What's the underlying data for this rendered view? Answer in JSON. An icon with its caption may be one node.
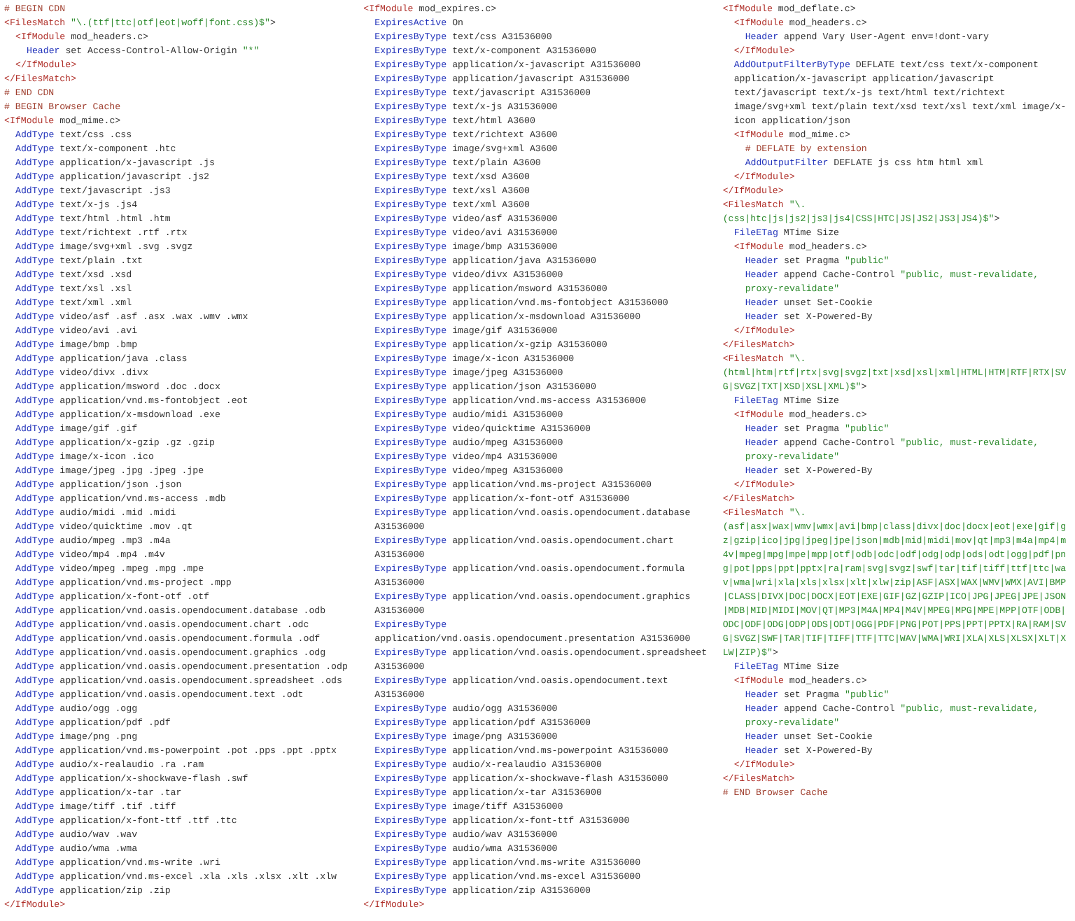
{
  "diagram": {
    "labels": [
      "# BEGIN CDN",
      "<FilesMatch \"\\.(ttf|ttc|otf|eot|woff|font.css)$\">",
      "<IfModule mod_headers.c>",
      "Header set Access-Control-Allow-Origin \"*\"",
      "</IfModule>",
      "</FilesMatch>",
      "# END CDN",
      "# BEGIN Browser Cache",
      "<IfModule mod_mime.c>",
      "AddType text/css .css",
      "AddType text/x-component .htc",
      "AddType application/x-javascript .js",
      "AddType application/javascript .js2",
      "AddType text/javascript .js3",
      "AddType text/x-js .js4",
      "AddType text/html .html .htm",
      "AddType text/richtext .rtf .rtx",
      "AddType image/svg+xml .svg .svgz",
      "AddType text/plain .txt",
      "AddType text/xsd .xsd",
      "AddType text/xsl .xsl",
      "AddType text/xml .xml",
      "AddType video/asf .asf .asx .wax .wmv .wmx",
      "AddType video/avi .avi",
      "AddType image/bmp .bmp",
      "AddType application/java .class",
      "AddType video/divx .divx",
      "AddType application/msword .doc .docx",
      "AddType application/vnd.ms-fontobject .eot",
      "AddType application/x-msdownload .exe",
      "AddType image/gif .gif",
      "AddType application/x-gzip .gz .gzip",
      "AddType image/x-icon .ico",
      "AddType image/jpeg .jpg .jpeg .jpe",
      "AddType application/json .json",
      "AddType application/vnd.ms-access .mdb",
      "AddType audio/midi .mid .midi",
      "AddType video/quicktime .mov .qt",
      "AddType audio/mpeg .mp3 .m4a",
      "AddType video/mp4 .mp4 .m4v",
      "AddType video/mpeg .mpeg .mpg .mpe",
      "AddType application/vnd.ms-project .mpp",
      "AddType application/x-font-otf .otf",
      "AddType application/vnd.oasis.opendocument.database .odb",
      "AddType application/vnd.oasis.opendocument.chart .odc",
      "AddType application/vnd.oasis.opendocument.formula .odf",
      "AddType application/vnd.oasis.opendocument.graphics .odg",
      "AddType application/vnd.oasis.opendocument.presentation .odp",
      "AddType application/vnd.oasis.opendocument.spreadsheet .ods",
      "AddType application/vnd.oasis.opendocument.text .odt",
      "AddType audio/ogg .ogg",
      "AddType application/pdf .pdf",
      "AddType image/png .png",
      "AddType application/vnd.ms-powerpoint .pot .pps .ppt .pptx",
      "AddType audio/x-realaudio .ra .ram",
      "AddType application/x-shockwave-flash .swf",
      "AddType application/x-tar .tar",
      "AddType image/tiff .tif .tiff",
      "AddType application/x-font-ttf .ttf .ttc",
      "AddType audio/wav .wav",
      "AddType audio/wma .wma",
      "AddType application/vnd.ms-write .wri",
      "AddType application/vnd.ms-excel .xla .xls .xlsx .xlt .xlw",
      "AddType application/zip .zip",
      "</IfModule>",
      "<IfModule mod_expires.c>",
      "ExpiresActive On",
      "ExpiresByType text/css A31536000",
      "ExpiresByType text/x-component A31536000",
      "ExpiresByType application/x-javascript A31536000",
      "ExpiresByType application/javascript A31536000",
      "ExpiresByType text/javascript A31536000",
      "ExpiresByType text/x-js A31536000",
      "ExpiresByType text/html A3600",
      "ExpiresByType text/richtext A3600",
      "ExpiresByType image/svg+xml A3600",
      "ExpiresByType text/plain A3600",
      "ExpiresByType text/xsd A3600",
      "ExpiresByType text/xsl A3600",
      "ExpiresByType text/xml A3600",
      "ExpiresByType video/asf A31536000",
      "ExpiresByType video/avi A31536000",
      "ExpiresByType image/bmp A31536000",
      "ExpiresByType application/java A31536000",
      "ExpiresByType video/divx A31536000",
      "ExpiresByType application/msword A31536000",
      "ExpiresByType application/vnd.ms-fontobject A31536000",
      "ExpiresByType application/x-msdownload A31536000",
      "ExpiresByType image/gif A31536000",
      "ExpiresByType application/x-gzip A31536000",
      "ExpiresByType image/x-icon A31536000",
      "ExpiresByType image/jpeg A31536000",
      "ExpiresByType application/json A31536000",
      "ExpiresByType application/vnd.ms-access A31536000",
      "ExpiresByType audio/midi A31536000",
      "ExpiresByType video/quicktime A31536000",
      "ExpiresByType audio/mpeg A31536000",
      "ExpiresByType video/mp4 A31536000",
      "ExpiresByType video/mpeg A31536000",
      "ExpiresByType application/vnd.ms-project A31536000",
      "ExpiresByType application/x-font-otf A31536000",
      "ExpiresByType application/vnd.oasis.opendocument.database A31536000",
      "ExpiresByType application/vnd.oasis.opendocument.chart A31536000",
      "ExpiresByType application/vnd.oasis.opendocument.formula A31536000",
      "ExpiresByType application/vnd.oasis.opendocument.graphics A31536000",
      "ExpiresByType application/vnd.oasis.opendocument.presentation A31536000",
      "ExpiresByType application/vnd.oasis.opendocument.spreadsheet A31536000",
      "ExpiresByType application/vnd.oasis.opendocument.text A31536000",
      "ExpiresByType audio/ogg A31536000",
      "ExpiresByType application/pdf A31536000",
      "ExpiresByType image/png A31536000",
      "ExpiresByType application/vnd.ms-powerpoint A31536000",
      "ExpiresByType audio/x-realaudio A31536000",
      "ExpiresByType application/x-shockwave-flash A31536000",
      "ExpiresByType application/x-tar A31536000",
      "ExpiresByType image/tiff A31536000",
      "ExpiresByType application/x-font-ttf A31536000",
      "ExpiresByType audio/wav A31536000",
      "ExpiresByType audio/wma A31536000",
      "ExpiresByType application/vnd.ms-write A31536000",
      "ExpiresByType application/vnd.ms-excel A31536000",
      "ExpiresByType application/zip A31536000",
      "</IfModule>",
      "<IfModule mod_deflate.c>",
      "<IfModule mod_headers.c>",
      "Header append Vary User-Agent env=!dont-vary",
      "</IfModule>",
      "AddOutputFilterByType DEFLATE text/css text/x-component application/x-javascript application/javascript text/javascript text/x-js text/html text/richtext image/svg+xml text/plain text/xsd text/xsl text/xml image/x-icon application/json",
      "<IfModule mod_mime.c>",
      "# DEFLATE by extension",
      "AddOutputFilter DEFLATE js css htm html xml",
      "</IfModule>",
      "</IfModule>",
      "<FilesMatch \"\\.(css|htc|js|js2|js3|js4|CSS|HTC|JS|JS2|JS3|JS4)$\">",
      "FileETag MTime Size",
      "<IfModule mod_headers.c>",
      "Header set Pragma \"public\"",
      "Header append Cache-Control \"public, must-revalidate, proxy-revalidate\"",
      "Header unset Set-Cookie",
      "Header set X-Powered-By",
      "</IfModule>",
      "</FilesMatch>",
      "<FilesMatch \"\\.(html|htm|rtf|rtx|svg|svgz|txt|xsd|xsl|xml|HTML|HTM|RTF|RTX|SVG|SVGZ|TXT|XSD|XSL|XML)$\">",
      "FileETag MTime Size",
      "<IfModule mod_headers.c>",
      "Header set Pragma \"public\"",
      "Header append Cache-Control \"public, must-revalidate, proxy-revalidate\"",
      "Header set X-Powered-By",
      "</IfModule>",
      "</FilesMatch>",
      "<FilesMatch \"\\.(asf|asx|wax|wmv|wmx|avi|bmp|class|divx|doc|docx|eot|exe|gif|gz|gzip|ico|jpg|jpeg|jpe|json|mdb|mid|midi|mov|qt|mp3|m4a|mp4|m4v|mpeg|mpg|mpe|mpp|otf|odb|odc|odf|odg|odp|ods|odt|ogg|pdf|png|pot|pps|ppt|pptx|ra|ram|svg|svgz|swf|tar|tif|tiff|ttf|ttc|wav|wma|wri|xla|xls|xlsx|xlt|xlw|zip|ASF|ASX|WAX|WMV|WMX|AVI|BMP|CLASS|DIVX|DOC|DOCX|EOT|EXE|GIF|GZ|GZIP|ICO|JPG|JPEG|JPE|JSON|MDB|MID|MIDI|MOV|QT|MP3|M4A|MP4|M4V|MPEG|MPG|MPE|MPP|OTF|ODB|ODC|ODF|ODG|ODP|ODS|ODT|OGG|PDF|PNG|POT|PPS|PPT|PPTX|RA|RAM|SVG|SVGZ|SWF|TAR|TIF|TIFF|TTF|TTC|WAV|WMA|WRI|XLA|XLS|XLSX|XLT|XLW|ZIP)$\">",
      "FileETag MTime Size",
      "<IfModule mod_headers.c>",
      "Header set Pragma \"public\"",
      "Header append Cache-Control \"public, must-revalidate, proxy-revalidate\"",
      "Header unset Set-Cookie",
      "Header set X-Powered-By",
      "</IfModule>",
      "</FilesMatch>",
      "# END Browser Cache"
    ]
  }
}
